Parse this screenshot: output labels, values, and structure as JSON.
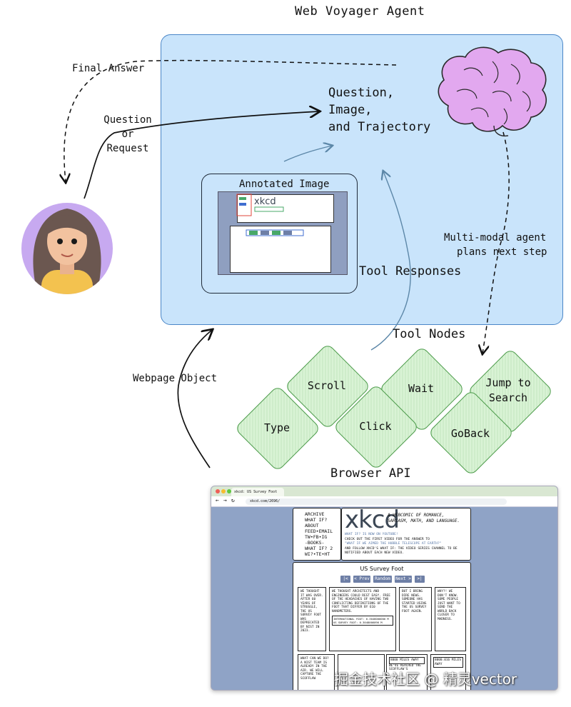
{
  "title": "Web Voyager Agent",
  "agent": {
    "prompt_lines": [
      "Question,",
      "Image,",
      "and Trajectory"
    ],
    "annotated_image_label": "Annotated Image",
    "tool_responses_label": "Tool Responses",
    "plan_lines": [
      "Multi-modal agent",
      "plans next step"
    ]
  },
  "edges": {
    "final_answer": "Final Answer",
    "question_lines": [
      "Question",
      "or",
      "Request"
    ],
    "webpage_object": "Webpage Object"
  },
  "tool_nodes": {
    "label": "Tool Nodes",
    "tools": [
      "Scroll",
      "Wait",
      "Jump to Search",
      "Type",
      "Click",
      "GoBack"
    ]
  },
  "browser": {
    "label": "Browser API",
    "tab_title": "xkcd: US Survey Foot",
    "url": "xkcd.com/2696/",
    "sidebar_links": [
      "Archive",
      "What If?",
      "About",
      "Feed•Email",
      "TW•FB•IG",
      "-Books-",
      "What If? 2",
      "WI?•TE•HT"
    ],
    "logo": "xkcd",
    "tagline": "A webcomic of romance, sarcasm, math, and language.",
    "notice_lines": [
      "What If? is now on YouTube!",
      "Check out the first video for the answer to",
      "\"What if we aimed the Hubble Telescope at Earth?\"",
      "and follow xkcd's What If: The Video Series channel to be notified about each new video."
    ],
    "comic_title": "US Survey Foot",
    "nav_buttons": [
      "|<",
      "< Prev",
      "Random",
      "Next >",
      ">|"
    ],
    "panels": [
      "We thought it was over. After 60 years of struggle, the US survey foot was deprecated by NIST in 2023.",
      "We thought architects and engineers could rest easy. Free of the headaches of having two conflicting definitions of the foot that differ by 610 nanometers.",
      "International foot: 0.3048000000 m  US survey foot: 0.3048006096 m",
      "But I bring dire news. Someone has started using the US survey foot again.",
      "Why?! We don't know. Some people just want to send the world back closer to madness.",
      "What can we do? A NIST team is already in the air. We will capture the scofflaw",
      "8000 miles away",
      "We've reached the scofflaw's",
      "8000.016 miles away"
    ]
  },
  "watermark": "掘金技术社区 @ 精灵vector",
  "colors": {
    "agent_fill": "#c9e4fb",
    "agent_border": "#4a86c7",
    "tool_fill": "#d9f3d5",
    "tool_border": "#4c9b4a",
    "brain": "#e2a8ef",
    "avatar_bg": "#c7a9f0",
    "browser_bg": "#8fa3c6"
  }
}
